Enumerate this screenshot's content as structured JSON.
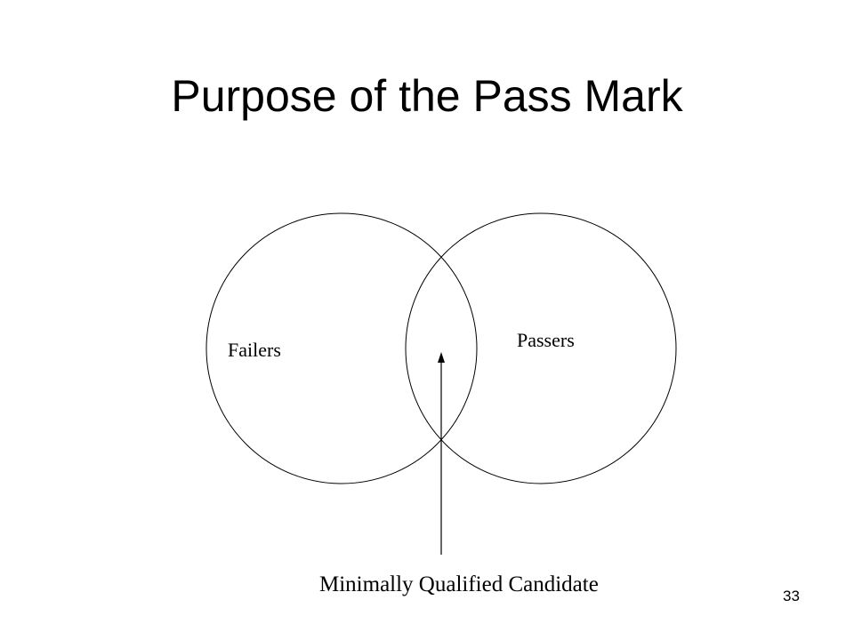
{
  "slide": {
    "title": "Purpose of the Pass Mark",
    "page_number": "33"
  },
  "diagram": {
    "left_circle_label": "Failers",
    "right_circle_label": "Passers",
    "arrow_label": "Minimally Qualified Candidate"
  },
  "colors": {
    "background": "#ffffff",
    "foreground": "#000000"
  }
}
